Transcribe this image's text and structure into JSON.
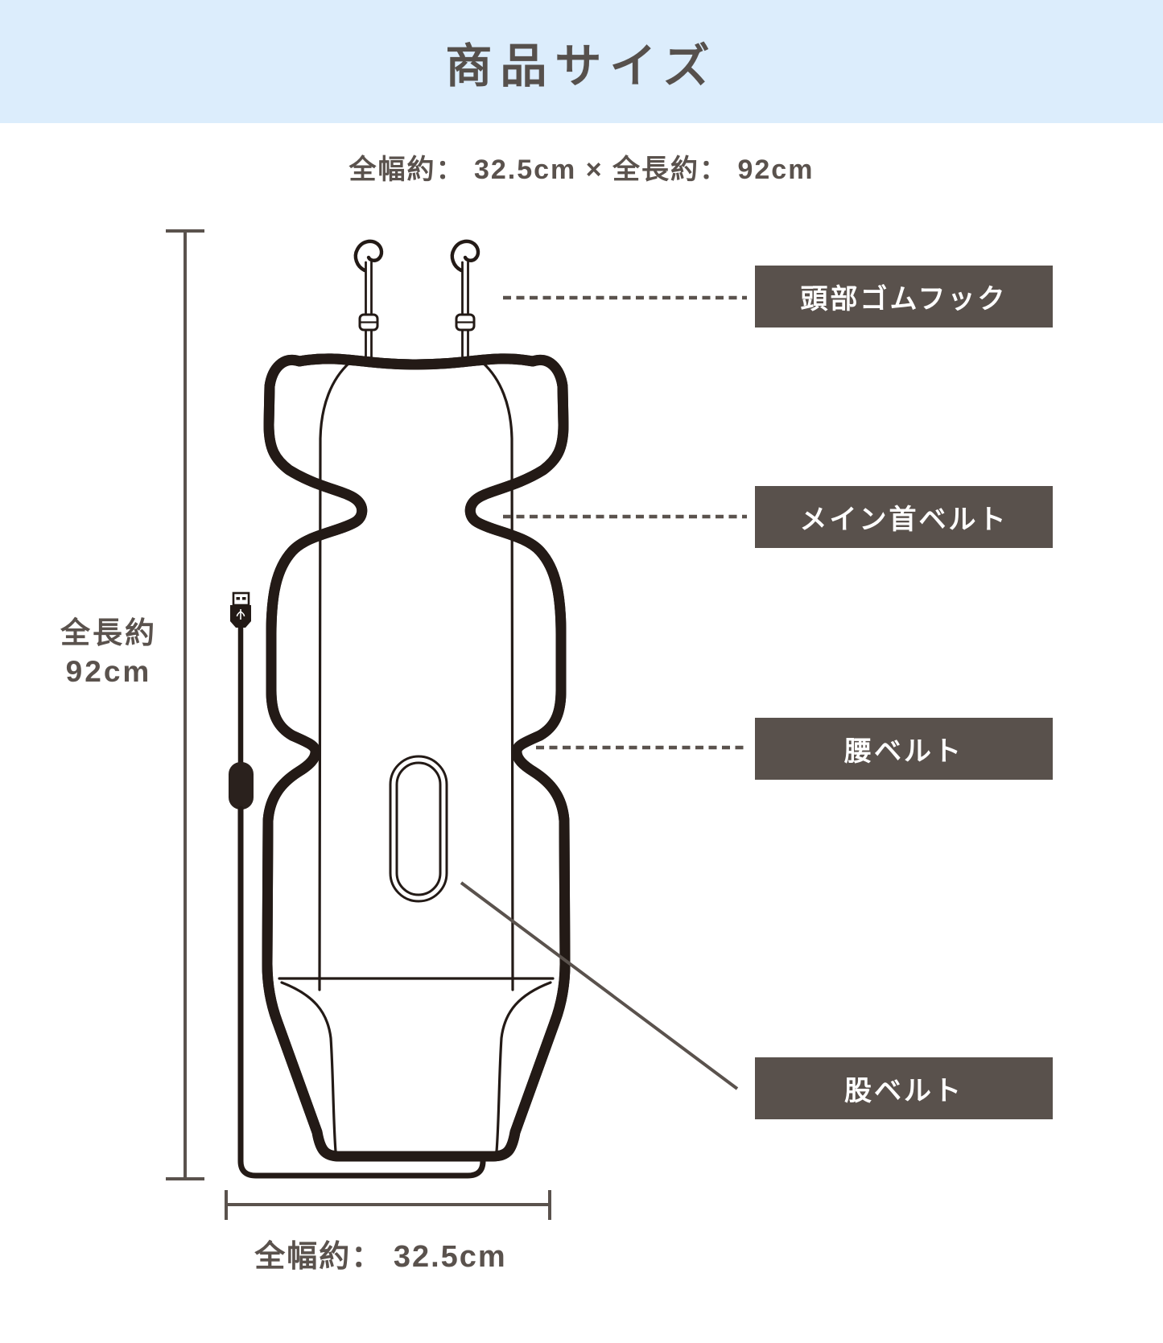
{
  "header": {
    "title": "商品サイズ"
  },
  "summary": {
    "text": "全幅約： 32.5cm × 全長約： 92cm"
  },
  "labels": [
    {
      "text": "頭部ゴムフック"
    },
    {
      "text": "メイン首ベルト"
    },
    {
      "text": "腰ベルト"
    },
    {
      "text": "股ベルト"
    }
  ],
  "dimensions": {
    "length": {
      "label": "全長約",
      "value": "92cm"
    },
    "width": {
      "label": "全幅約：",
      "value": "32.5cm"
    }
  },
  "colors": {
    "header_bg": "#dcedfc",
    "title_text": "#56504c",
    "label_bg": "#59514c",
    "label_text": "#ffffff",
    "dimension_text": "#5a524d",
    "leader_line": "#5a524d",
    "drawing_line": "#231a16"
  }
}
